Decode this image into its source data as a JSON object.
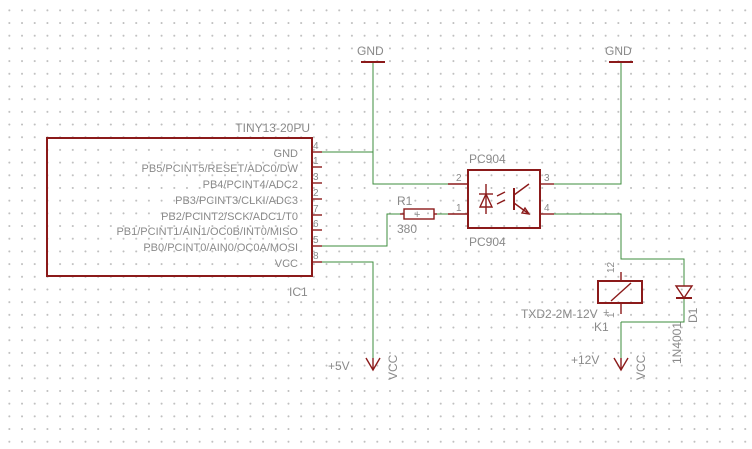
{
  "ic1": {
    "part": "TINY13-20PU",
    "ref": "IC1",
    "pins": [
      {
        "num": "4",
        "name": "GND"
      },
      {
        "num": "1",
        "name": "PB5/PCINT5/RESET/ADC0/DW"
      },
      {
        "num": "3",
        "name": "PB4/PCINT4/ADC2"
      },
      {
        "num": "2",
        "name": "PB3/PCINT3/CLKI/ADC3"
      },
      {
        "num": "7",
        "name": "PB2/PCINT2/SCK/ADC1/T0"
      },
      {
        "num": "6",
        "name": "PB1/PCINT1/AIN1/OC0B/INT0/MISO"
      },
      {
        "num": "5",
        "name": "PB0/PCINT0/AIN0/OC0A/MOSI"
      },
      {
        "num": "8",
        "name": "VCC"
      }
    ]
  },
  "r1": {
    "ref": "R1",
    "value": "380"
  },
  "opto": {
    "part_top": "PC904",
    "part_bottom": "PC904",
    "pin1": "1",
    "pin2": "2",
    "pin3": "3",
    "pin4": "4"
  },
  "gnd_left": "GND",
  "gnd_right": "GND",
  "relay": {
    "ref": "K1",
    "part": "TXD2-2M-12V",
    "pin_top": "12",
    "pin_bottom": "1"
  },
  "diode": {
    "ref": "D1",
    "part": "1N4001"
  },
  "supply_left": {
    "label": "+5V",
    "net": "VCC"
  },
  "supply_right": {
    "label": "+12V",
    "net": "VCC"
  }
}
